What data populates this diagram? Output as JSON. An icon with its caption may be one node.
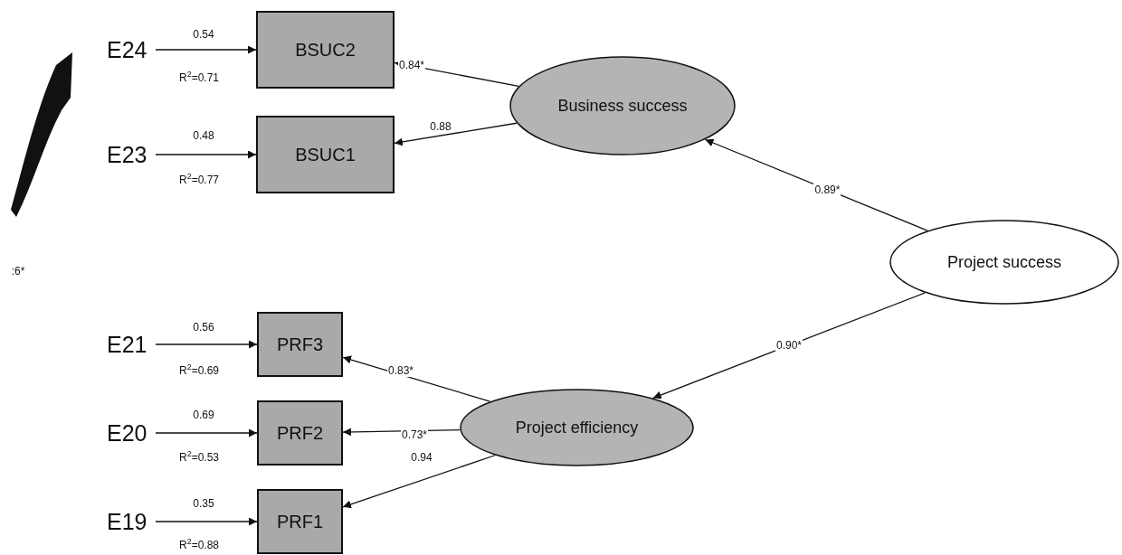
{
  "diagram": {
    "nodes": [
      {
        "text": [
          "E24"
        ]
      },
      {
        "text": [
          "BSUC2"
        ],
        "beside": [
          "R$^{2}$=0.71"
        ]
      },
      {
        "text": [
          "Business success"
        ]
      },
      {
        "text": [
          "E23"
        ]
      },
      {
        "text": [
          "BSUC1"
        ],
        "beside": [
          "R$^{2}$=0.77"
        ]
      },
      {
        "text": [
          "Project success"
        ]
      },
      {
        "text": [
          "E21"
        ]
      },
      {
        "text": [
          "PRF3"
        ],
        "beside": [
          "R$^{2}$=0.69"
        ]
      },
      {
        "text": [
          "E20"
        ]
      },
      {
        "text": [
          "PRF2"
        ],
        "beside": [
          "R$^{2}$=0.53"
        ]
      },
      {
        "text": [
          "Project efficiency"
        ]
      },
      {
        "text": [
          "E19"
        ]
      },
      {
        "text": [
          "PRF1"
        ],
        "beside": [
          "R$^{2}$=0.88"
        ]
      }
    ],
    "edges": [
      {
        "from": 0,
        "to": 1,
        "arrow": "to",
        "label": "0.54"
      },
      {
        "from": 2,
        "to": 1,
        "arrow": "to",
        "label": "0.84*"
      },
      {
        "from": 3,
        "to": 4,
        "arrow": "to",
        "label": "0.48"
      },
      {
        "from": 2,
        "to": 4,
        "arrow": "to",
        "label": "0.88"
      },
      {
        "from": 5,
        "to": 2,
        "arrow": "to",
        "label": "0.89*"
      },
      {
        "from": 5,
        "to": 10,
        "arrow": "to",
        "label": "0.90*"
      },
      {
        "from": 6,
        "to": 7,
        "arrow": "to",
        "label": "0.56"
      },
      {
        "from": 10,
        "to": 7,
        "arrow": "to",
        "label": "0.83*"
      },
      {
        "from": 8,
        "to": 9,
        "arrow": "to",
        "label": "0.69"
      },
      {
        "from": 10,
        "to": 9,
        "arrow": "to",
        "label": "0.73*"
      },
      {
        "from": 11,
        "to": 12,
        "arrow": "to",
        "label": "0.35"
      },
      {
        "from": 10,
        "to": 12,
        "arrow": "to",
        "label": "0.94"
      }
    ],
    "labels": [
      ":6*"
    ]
  }
}
